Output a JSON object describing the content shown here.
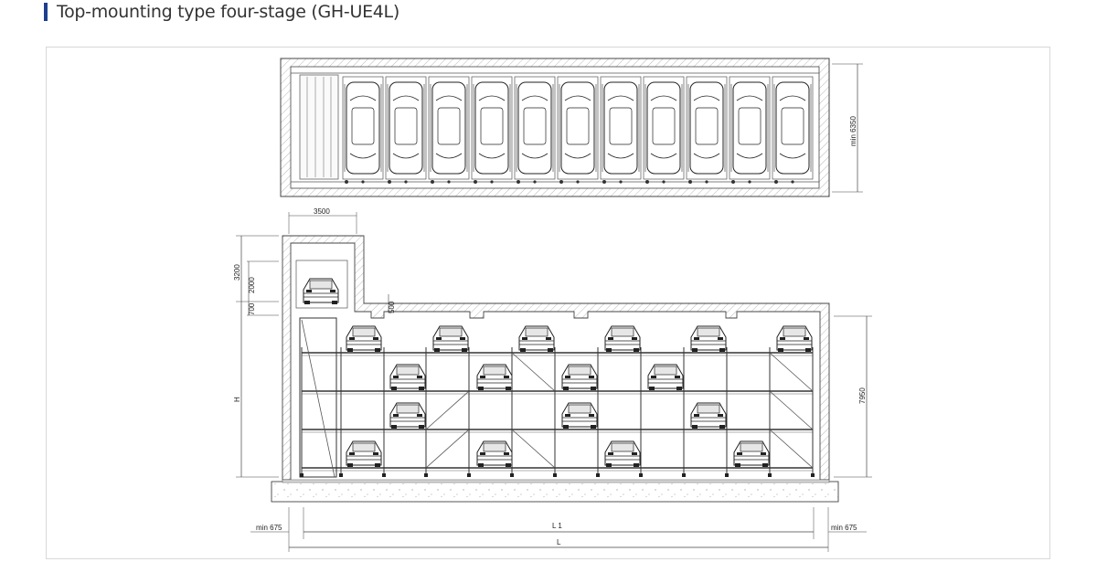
{
  "header": {
    "title": "Top-mounting type four-stage (GH-UE4L)",
    "accent_color": "#1d3f8f"
  },
  "drawing": {
    "plan_view": {
      "car_count": 11,
      "dim_width": "min 6350"
    },
    "elevation_view": {
      "dim_lift_width": "3500",
      "dim_3200": "3200",
      "dim_2000": "2000",
      "dim_700": "700",
      "dim_500": "500",
      "dim_h": "H",
      "dim_height": "7950",
      "dim_min_left": "min 675",
      "dim_min_right": "min 675",
      "dim_l1": "L 1",
      "dim_l": "L"
    }
  }
}
